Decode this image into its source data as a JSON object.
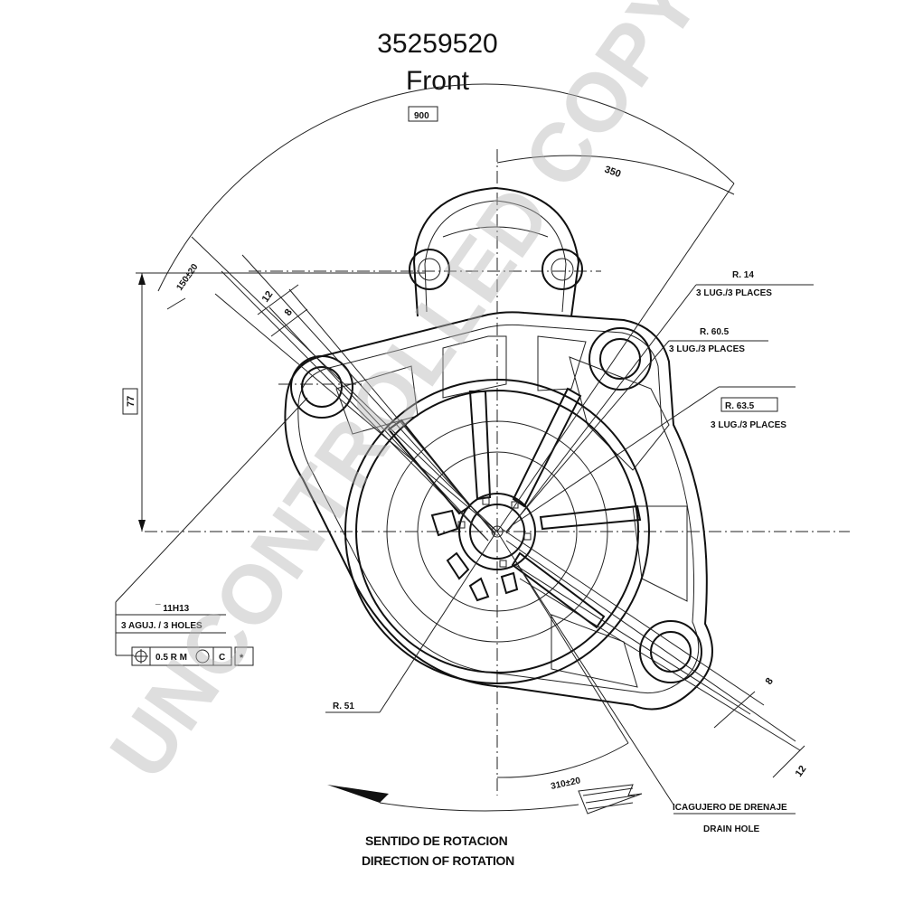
{
  "title": "35259520",
  "subtitle": "Front",
  "watermark": "UNCONTROLLED COPY",
  "dimensions": {
    "angle_900": "900",
    "angle_350": "350",
    "angle_150": "150±20",
    "d12_top": "12",
    "d8_top": "8",
    "d77": "77",
    "d8_bottom": "8",
    "d12_bottom": "12",
    "angle_310": "310±20"
  },
  "callouts": {
    "r14": "R. 14",
    "r14_places": "3 LUG./3 PLACES",
    "r605": "R. 60.5",
    "r605_places": "3 LUG./3 PLACES",
    "r635": "R. 63.5",
    "r635_places": "3 LUG./3 PLACES",
    "hole": "¯ 11H13",
    "hole_places": "3 AGUJ. / 3 HOLES",
    "tol_value": "0.5 R M",
    "tol_datum": "C",
    "tol_mark": "*",
    "r51": "R. 51",
    "drain_es": "ICAGUJERO DE DRENAJE",
    "drain_en": "DRAIN HOLE"
  },
  "rotation": {
    "es": "SENTIDO DE ROTACION",
    "en": "DIRECTION OF ROTATION"
  }
}
